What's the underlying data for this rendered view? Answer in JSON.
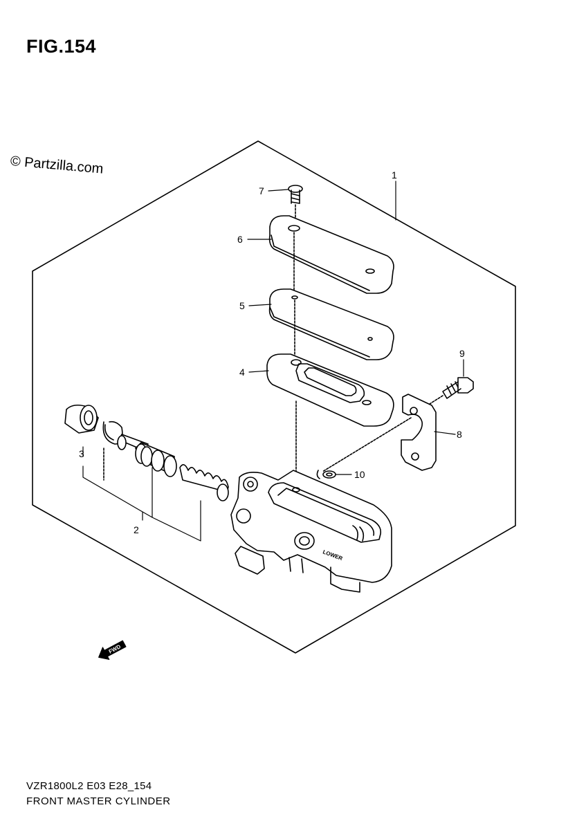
{
  "figure": {
    "title": "FIG.154"
  },
  "watermark": {
    "text": "© Partzilla.com"
  },
  "footer": {
    "model_code": "VZR1800L2 E03 E28_154",
    "section_name": "FRONT MASTER CYLINDER"
  },
  "callouts": {
    "c1": "1",
    "c2": "2",
    "c3": "3",
    "c4": "4",
    "c5": "5",
    "c6": "6",
    "c7": "7",
    "c8": "8",
    "c9": "9",
    "c10": "10"
  },
  "body_markings": {
    "lower": "LOWER"
  },
  "direction_arrow": {
    "label": "FWD",
    "icon": "forward-arrow-icon"
  }
}
